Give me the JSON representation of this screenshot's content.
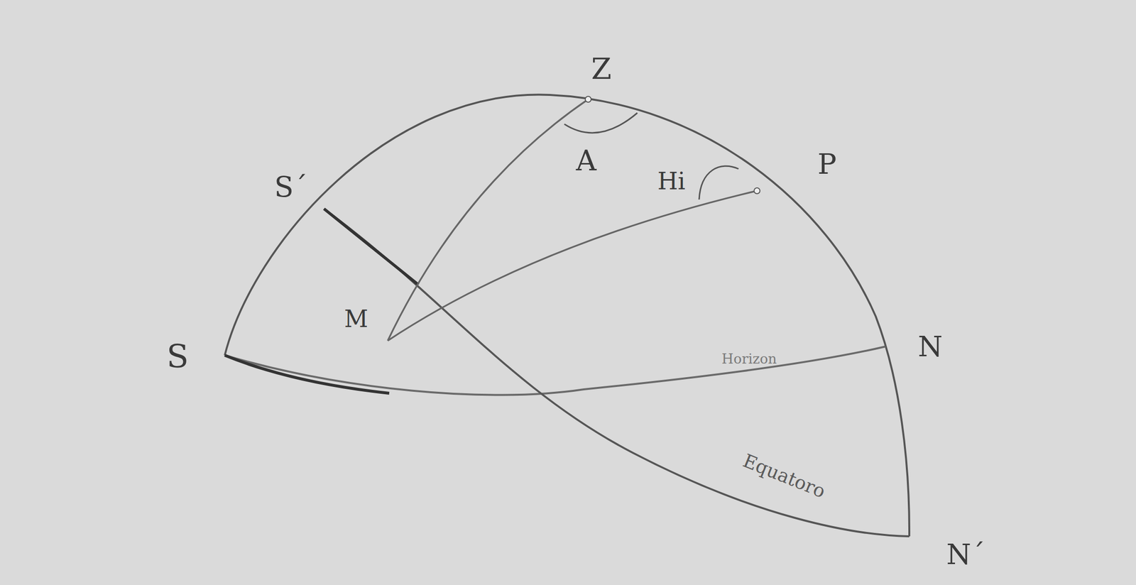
{
  "diagram": {
    "labels": [
      "Z",
      "A",
      "S´",
      "Hi",
      "P",
      "M",
      "S",
      "N",
      "Horizon",
      "Equatoro",
      "N´"
    ]
  }
}
